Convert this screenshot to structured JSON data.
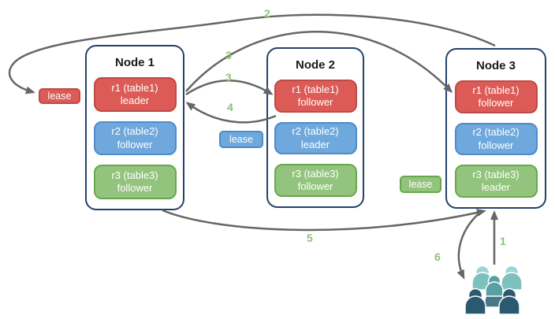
{
  "nodes": [
    {
      "title": "Node 1",
      "replicas": [
        {
          "id": "r1",
          "name": "r1 (table1)",
          "role": "leader",
          "color": "red"
        },
        {
          "id": "r2",
          "name": "r2 (table2)",
          "role": "follower",
          "color": "blue"
        },
        {
          "id": "r3",
          "name": "r3 (table3)",
          "role": "follower",
          "color": "green"
        }
      ]
    },
    {
      "title": "Node 2",
      "replicas": [
        {
          "id": "r1",
          "name": "r1 (table1)",
          "role": "follower",
          "color": "red"
        },
        {
          "id": "r2",
          "name": "r2 (table2)",
          "role": "leader",
          "color": "blue"
        },
        {
          "id": "r3",
          "name": "r3 (table3)",
          "role": "follower",
          "color": "green"
        }
      ]
    },
    {
      "title": "Node 3",
      "replicas": [
        {
          "id": "r1",
          "name": "r1 (table1)",
          "role": "follower",
          "color": "red"
        },
        {
          "id": "r2",
          "name": "r2 (table2)",
          "role": "follower",
          "color": "blue"
        },
        {
          "id": "r3",
          "name": "r3 (table3)",
          "role": "leader",
          "color": "green"
        }
      ]
    }
  ],
  "leases": [
    {
      "label": "lease",
      "color": "red"
    },
    {
      "label": "lease",
      "color": "blue"
    },
    {
      "label": "lease",
      "color": "green"
    }
  ],
  "arrows": [
    {
      "step": "1",
      "from": "users",
      "to": "node3-bottom"
    },
    {
      "step": "2",
      "from": "node3-top",
      "to": "red-lease"
    },
    {
      "step": "3",
      "from": "node1-r1-leader",
      "to": "node2-r1-follower"
    },
    {
      "step": "3",
      "from": "node1-r1-leader",
      "to": "node3-r1-follower"
    },
    {
      "step": "4",
      "from": "node2-r1-follower",
      "to": "node1-r1-leader"
    },
    {
      "step": "5",
      "from": "node1-bottom",
      "to": "node3-bottom"
    },
    {
      "step": "6",
      "from": "node3-bottom",
      "to": "users"
    }
  ],
  "colors": {
    "red_fill": "#DC5B56",
    "red_border": "#BE4A46",
    "blue_fill": "#6FA8DC",
    "blue_border": "#4F8BC9",
    "green_fill": "#93C47D",
    "green_border": "#69A74E",
    "node_border": "#24426B",
    "arrow": "#666666",
    "step_label": "#8CC176",
    "users_light_head": "#9FD4D2",
    "users_light_body": "#7DC1BF",
    "users_mid_head": "#57A0A3",
    "users_slate": "#477888",
    "users_dark": "#2B5A70"
  }
}
